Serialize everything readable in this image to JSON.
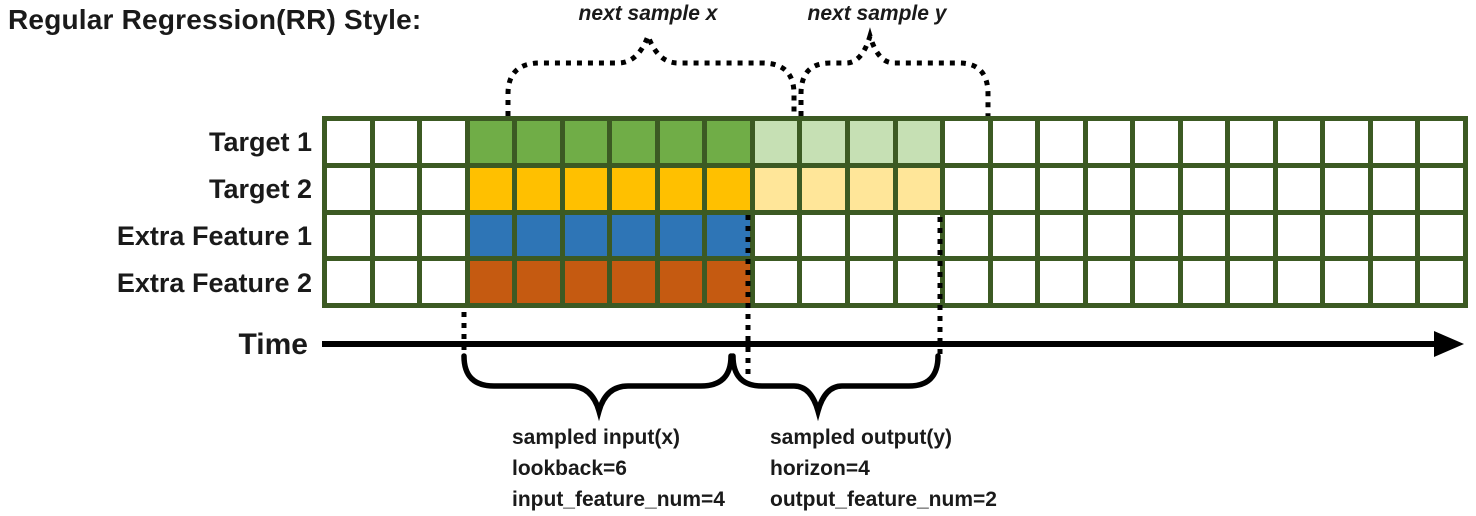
{
  "title": "Regular Regression(RR) Style:",
  "annotations": {
    "next_sample_x": "next sample x",
    "next_sample_y": "next sample y",
    "time_label": "Time",
    "input_block": {
      "line1": "sampled input(x)",
      "line2": "lookback=6",
      "line3": "input_feature_num=4"
    },
    "output_block": {
      "line1": "sampled output(y)",
      "line2": "horizon=4",
      "line3": "output_feature_num=2"
    }
  },
  "grid": {
    "columns": 24,
    "empty_cols_before": 3,
    "lookback": 6,
    "horizon": 4,
    "rows": [
      {
        "label": "Target 1",
        "input_color": "#70AD47",
        "output_color": "#C6E0B4"
      },
      {
        "label": "Target 2",
        "input_color": "#FFC000",
        "output_color": "#FFE699"
      },
      {
        "label": "Extra Feature 1",
        "input_color": "#2E75B6",
        "output_color": null
      },
      {
        "label": "Extra Feature 2",
        "input_color": "#C55A11",
        "output_color": null
      }
    ]
  },
  "colors": {
    "grid_line": "#3C5A23",
    "cell_background": "#FFFFFF",
    "annotation": "#000000"
  }
}
